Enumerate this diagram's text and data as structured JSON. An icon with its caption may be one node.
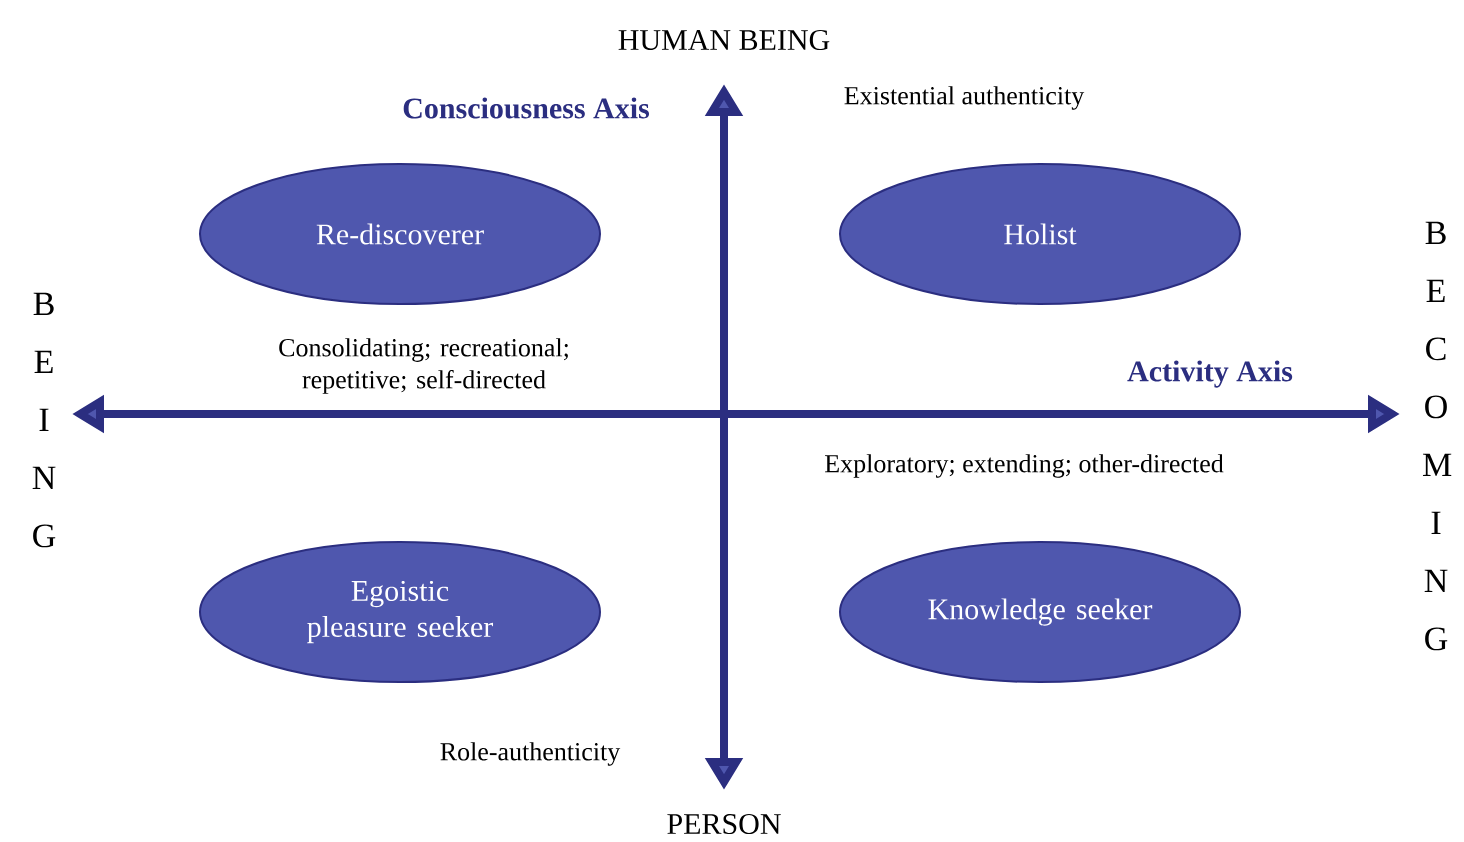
{
  "diagram": {
    "nodes": [
      {
        "text": [
          "Re-discoverer"
        ]
      },
      {
        "text": [
          "Holist"
        ]
      },
      {
        "text": [
          "Egoistic pleasure seeker"
        ]
      },
      {
        "text": [
          "Knowledge seeker"
        ]
      }
    ],
    "labels": [
      "HUMAN BEING",
      "Consciousness Axis",
      "Existential authenticity",
      "BEING",
      "BECOMING",
      "Consolidating; recreational; repetitive; self-directed",
      "Activity Axis",
      "Exploratory; extending; other-directed",
      "Role-authenticity",
      "PERSON"
    ]
  }
}
